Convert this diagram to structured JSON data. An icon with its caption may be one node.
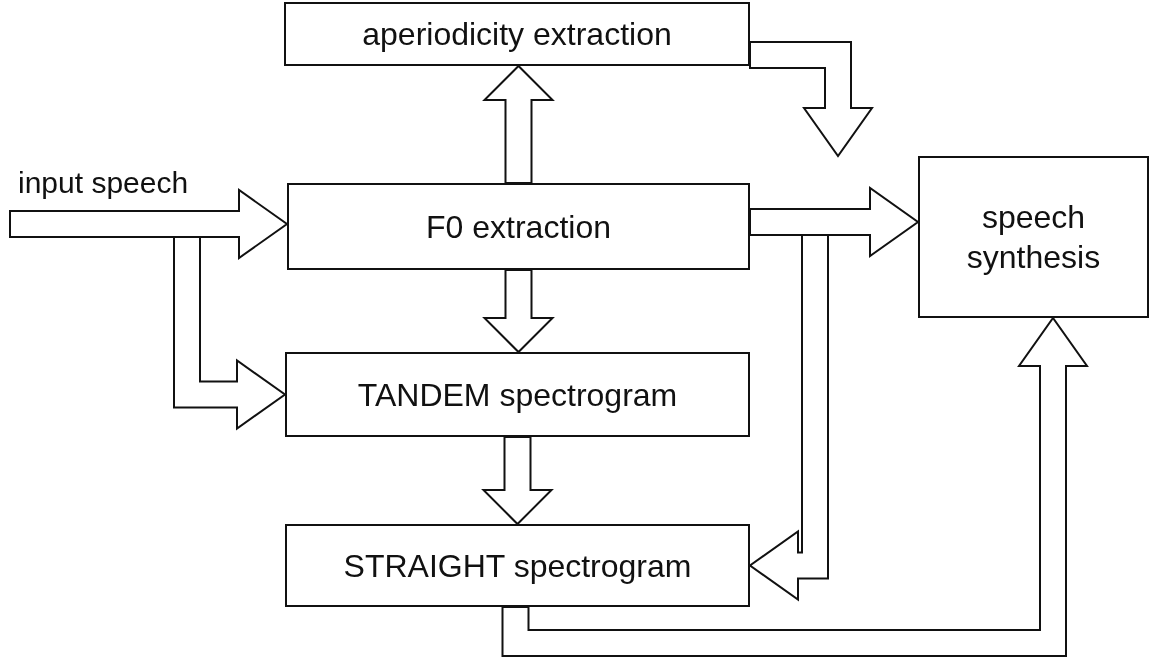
{
  "diagram": {
    "nodes": [
      {
        "text": [
          "aperiodicity extraction"
        ]
      },
      {
        "text": [
          "F0 extraction"
        ]
      },
      {
        "text": [
          "TANDEM spectrogram"
        ]
      },
      {
        "text": [
          "STRAIGHT spectrogram"
        ]
      },
      {
        "text": [
          "speech synthesis"
        ]
      }
    ],
    "edges": [
      {
        "from": null,
        "to": 2,
        "arrow": "to"
      },
      {
        "from": null,
        "to": 1,
        "arrow": "to",
        "label": "input speech"
      },
      {
        "from": 1,
        "to": 0,
        "arrow": "to"
      },
      {
        "from": 1,
        "to": 2,
        "arrow": "to"
      },
      {
        "from": 2,
        "to": 3,
        "arrow": "to"
      },
      {
        "from": 0,
        "to": 4,
        "arrow": "to"
      },
      {
        "from": 1,
        "to": 3,
        "arrow": "to"
      },
      {
        "from": 1,
        "to": 4,
        "arrow": "to"
      },
      {
        "from": 3,
        "to": 4,
        "arrow": "to"
      }
    ]
  }
}
